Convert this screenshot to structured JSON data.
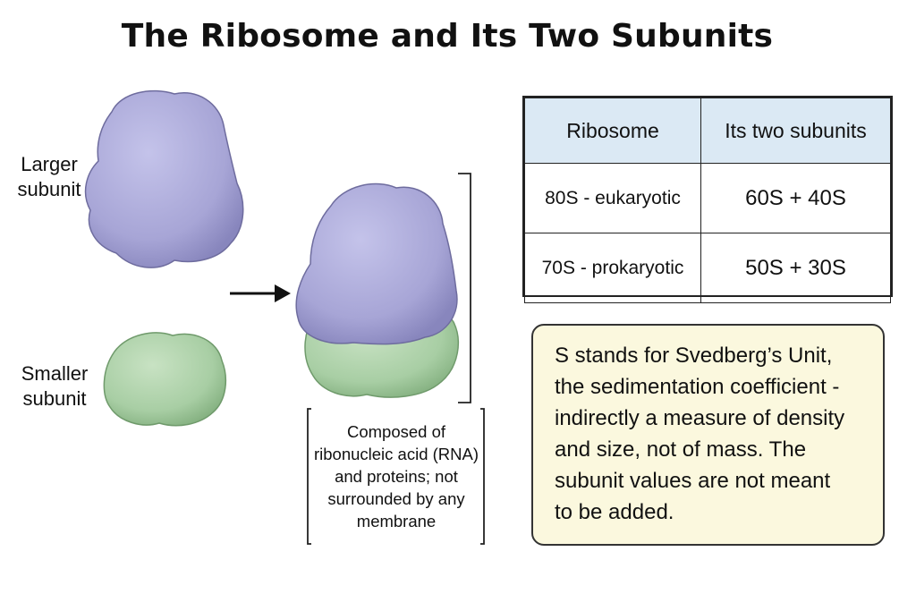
{
  "title": "The Ribosome and Its Two Subunits",
  "labels": {
    "larger": [
      "Larger",
      "subunit"
    ],
    "smaller": [
      "Smaller",
      "subunit"
    ]
  },
  "description": [
    "Composed of",
    "ribonucleic acid (RNA)",
    "and proteins; not",
    "surrounded by any",
    "membrane"
  ],
  "table": {
    "headers": [
      "Ribosome",
      "Its two subunits"
    ],
    "rows": [
      [
        "80S - eukaryotic",
        "60S + 40S"
      ],
      [
        "70S - prokaryotic",
        "50S + 30S"
      ]
    ]
  },
  "note": [
    "S stands for Svedberg’s Unit,",
    "the sedimentation coefficient -",
    "indirectly a measure of density",
    "and size, not of mass. The",
    "subunit values are not meant",
    "to be added."
  ],
  "colors": {
    "large_subunit": "#a8a6d6",
    "small_subunit": "#a9cfa6",
    "table_header": "#dbe9f4",
    "note_background": "#fbf8de"
  }
}
